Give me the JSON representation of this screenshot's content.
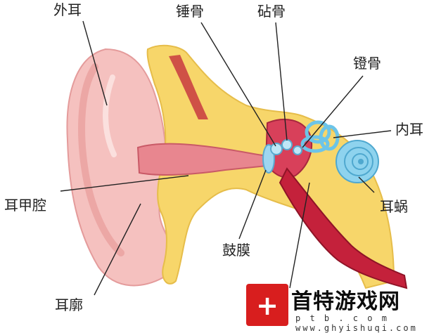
{
  "labels": {
    "outer_ear": "外耳",
    "malleus": "锤骨",
    "incus": "砧骨",
    "stapes": "镫骨",
    "inner_ear": "内耳",
    "concha": "耳甲腔",
    "cochlea": "耳蜗",
    "eardrum": "鼓膜",
    "auricle": "耳廓"
  },
  "watermark": {
    "title": "首特游戏网",
    "url": "p t b . c o m   www.ghyishuqi.com"
  },
  "colors": {
    "skin": "#f5c1bf",
    "skin_dark": "#e89b9a",
    "fat_yellow": "#f7d66a",
    "canal_red": "#d63a4e",
    "cochlea_blue": "#8ed3ee",
    "tube_red": "#c4213b",
    "watermark_red": "#d81e1e"
  }
}
